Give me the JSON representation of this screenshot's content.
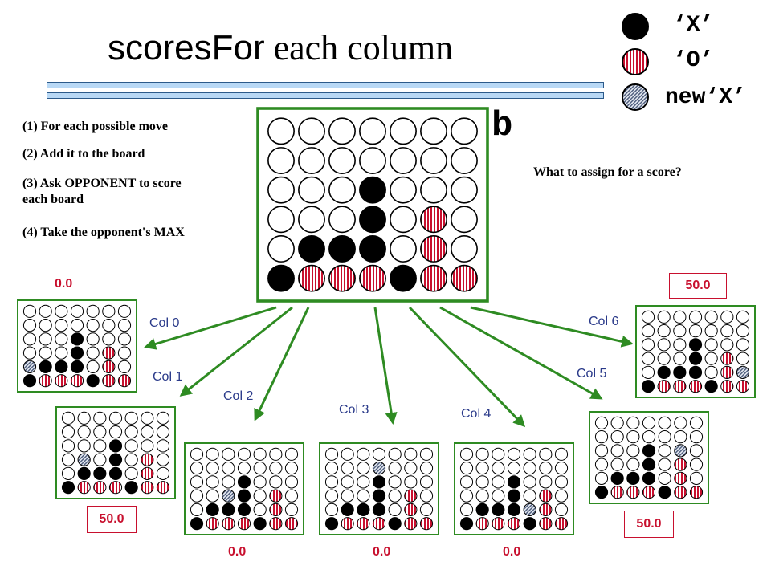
{
  "title": {
    "part1": "scoresFor",
    "part2": " each column"
  },
  "legend": [
    {
      "kind": "X",
      "label": "‘X’"
    },
    {
      "kind": "O",
      "label": "‘O’"
    },
    {
      "kind": "N",
      "label": "new‘X’"
    }
  ],
  "steps": [
    "(1) For each possible move",
    "(2) Add it to the board",
    "(3) Ask OPPONENT to score each board",
    "(4) Take the opponent's MAX"
  ],
  "board_label": "b",
  "question": "What to assign for a score?",
  "colors": {
    "board_border": "#2e8b22",
    "arrow": "#2e8b22",
    "piece_x": "#000000",
    "piece_o": "#c8102e",
    "piece_new": "#8a9bb8",
    "score_text": "#c8102e",
    "col_label": "#2a3a8a"
  },
  "main_board": [
    "-------",
    "-------",
    "---X---",
    "---X-O-",
    "-XXX-O-",
    "XOOOXOO"
  ],
  "moves": [
    {
      "col_label": "Col 0",
      "score": "0.0",
      "score_boxed": false,
      "new_col": 0
    },
    {
      "col_label": "Col 1",
      "score": "50.0",
      "score_boxed": true,
      "new_col": 1
    },
    {
      "col_label": "Col 2",
      "score": "0.0",
      "score_boxed": false,
      "new_col": 2
    },
    {
      "col_label": "Col 3",
      "score": "0.0",
      "score_boxed": false,
      "new_col": 3
    },
    {
      "col_label": "Col 4",
      "score": "0.0",
      "score_boxed": false,
      "new_col": 4
    },
    {
      "col_label": "Col 5",
      "score": "50.0",
      "score_boxed": true,
      "new_col": 5
    },
    {
      "col_label": "Col 6",
      "score": "50.0",
      "score_boxed": true,
      "new_col": 6
    }
  ]
}
